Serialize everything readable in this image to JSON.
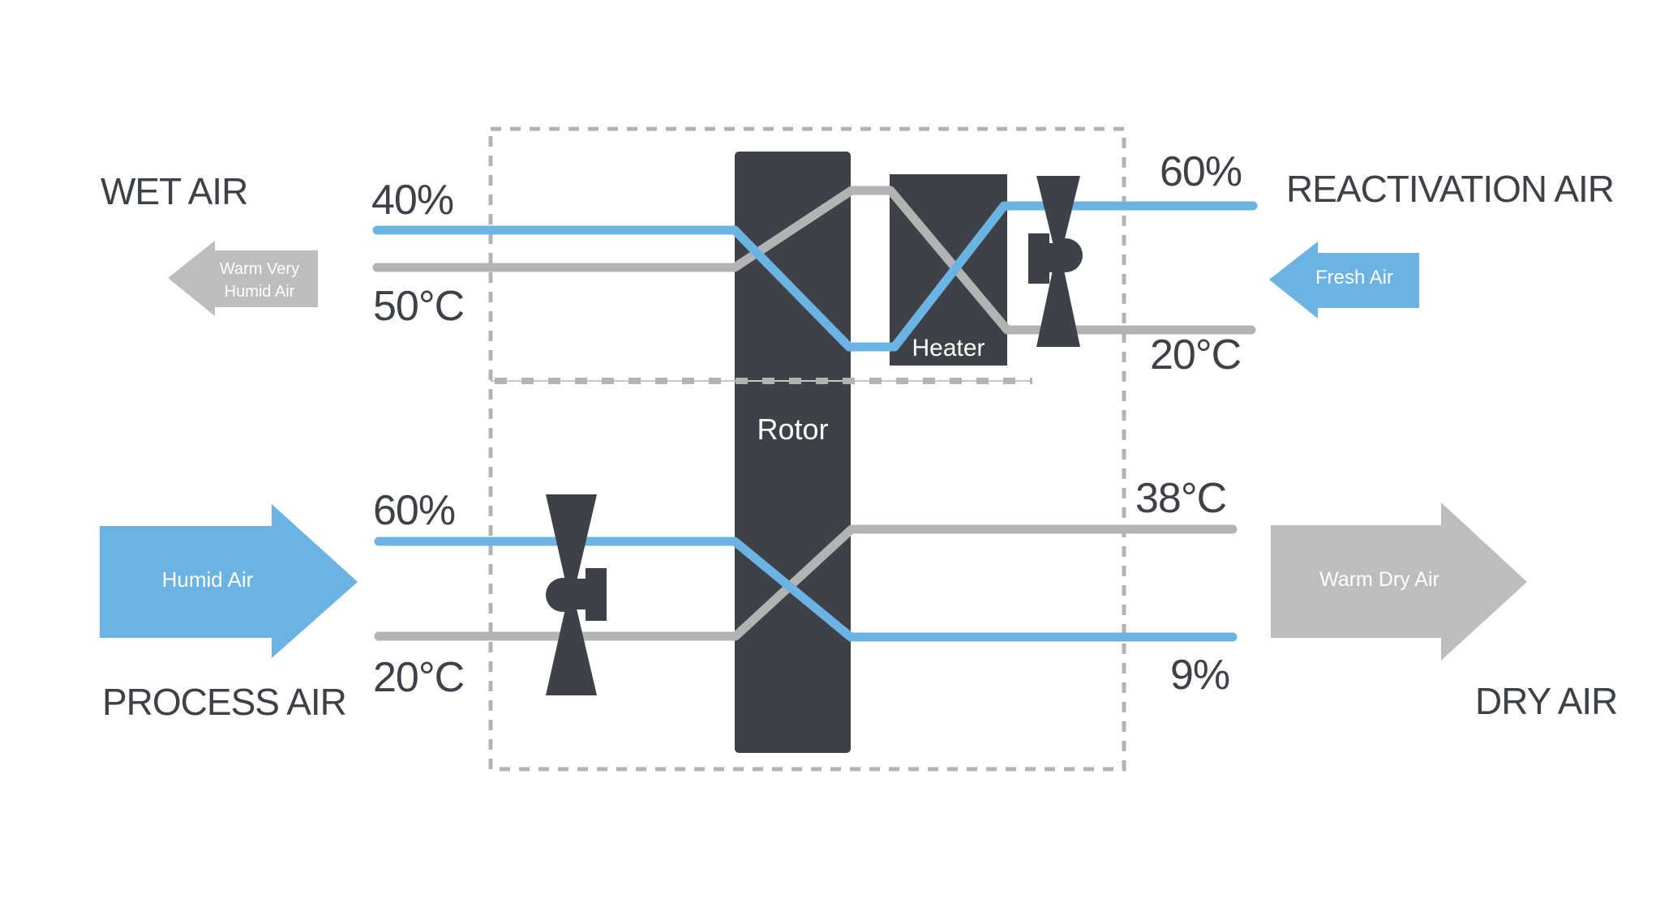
{
  "colors": {
    "blue": "#6BB3E3",
    "gray": "#B3B3B3",
    "gray_light": "#BDBDBD",
    "dark": "#3E4148",
    "white": "#FFFFFF"
  },
  "streams": {
    "wet_air": {
      "section_label": "WET AIR",
      "humidity": "40%",
      "temperature": "50°C",
      "arrow_label_line1": "Warm Very",
      "arrow_label_line2": "Humid Air"
    },
    "reactivation_air": {
      "section_label": "REACTIVATION AIR",
      "humidity": "60%",
      "temperature": "20°C",
      "arrow_label": "Fresh Air"
    },
    "process_air": {
      "section_label": "PROCESS AIR",
      "humidity": "60%",
      "temperature": "20°C",
      "arrow_label": "Humid Air"
    },
    "dry_air": {
      "section_label": "DRY AIR",
      "temperature": "38°C",
      "humidity": "9%",
      "arrow_label": "Warm Dry Air"
    }
  },
  "components": {
    "rotor_label": "Rotor",
    "heater_label": "Heater"
  }
}
